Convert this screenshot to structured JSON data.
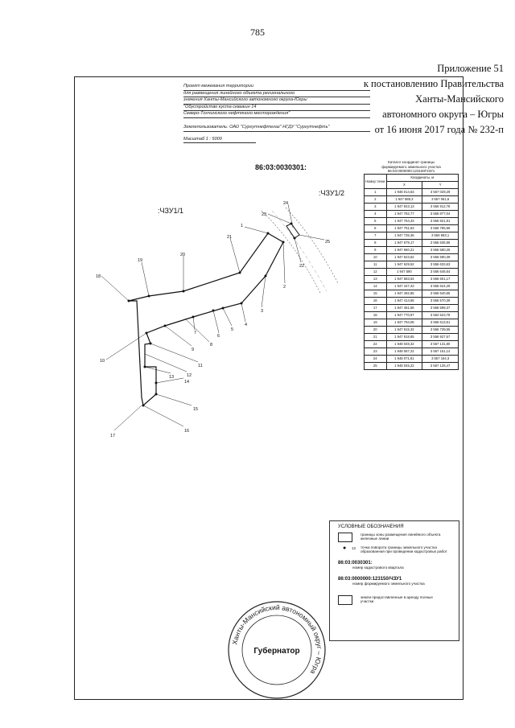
{
  "page_number": "785",
  "appendix": {
    "lines": [
      "Приложение 51",
      "к постановлению Правительства",
      "Ханты-Мансийского",
      "автономного округа – Югры",
      "от 16 июня 2017 года № 232-п"
    ]
  },
  "title_block": {
    "lines": [
      "Проект межевания территории",
      "для размещения линейного объекта регионального",
      "значения Ханты-Мансийского автономного округа-Югры",
      "\"Обустройство куста скважин 14",
      "Северо-Тончинского нефтяного месторождения\""
    ],
    "developer": "Землепользователь: ОАО \"Сургутнефтегаз\" НГДУ \"Сургутнефть\"",
    "scale": "Масштаб 1 : 5000"
  },
  "plan": {
    "cadastral_quarter": "86:03:0030301:",
    "zone_labels": [
      ":ЧЗУ1/1",
      ":ЧЗУ1/2"
    ],
    "point_labels": [
      "1",
      "2",
      "3",
      "4",
      "5",
      "6",
      "7",
      "8",
      "9",
      "10",
      "11",
      "12",
      "13",
      "14",
      "15",
      "16",
      "17",
      "18",
      "19",
      "20",
      "21",
      "22",
      "23",
      "24",
      "25"
    ]
  },
  "catalog": {
    "title": [
      "Каталог координат границы",
      "формируемого земельного участка",
      "86:03:0000000:123150/ЧЗУ1"
    ],
    "headers": {
      "point": "Номер точки",
      "coords": "Координаты, м",
      "x": "X",
      "y": "Y"
    },
    "rows": [
      [
        "1",
        "1 948 014,63",
        "3 557 029,29"
      ],
      [
        "2",
        "1 947 588,3",
        "3 557 061,6"
      ],
      [
        "3",
        "1 947 843,13",
        "3 556 912,78"
      ],
      [
        "4",
        "1 947 782,77",
        "3 556 877,04"
      ],
      [
        "5",
        "1 947 764,43",
        "3 556 821,91"
      ],
      [
        "6",
        "1 947 751,63",
        "3 556 785,96"
      ],
      [
        "7",
        "1 947 735,36",
        "3 556 693,1"
      ],
      [
        "8",
        "1 947 679,17",
        "3 556 635,96"
      ],
      [
        "9",
        "1 947 660,21",
        "3 556 580,25"
      ],
      [
        "10",
        "1 947 623,62",
        "3 556 590,39"
      ],
      [
        "11",
        "1 947 629,52",
        "3 556 633,63"
      ],
      [
        "12",
        "1 947 590",
        "3 556 646,64"
      ],
      [
        "13",
        "1 947 583,54",
        "3 556 601,17"
      ],
      [
        "14",
        "1 947 447,43",
        "3 556 624,29"
      ],
      [
        "15",
        "1 947 492,85",
        "3 556 640,65"
      ],
      [
        "16",
        "1 947 414,65",
        "3 556 570,39"
      ],
      [
        "17",
        "1 947 461,56",
        "3 556 598,37"
      ],
      [
        "18",
        "1 947 770,97",
        "3 554 523,78"
      ],
      [
        "19",
        "1 947 794,06",
        "3 556 613,51"
      ],
      [
        "20",
        "1 947 815,32",
        "3 556 739,55"
      ],
      [
        "21",
        "1 947 918,65",
        "3 556 927,57"
      ],
      [
        "22",
        "1 948 048,32",
        "3 557 131,80"
      ],
      [
        "23",
        "1 948 067,22",
        "3 557 151,14"
      ],
      [
        "24",
        "1 948 071,61",
        "3 557 164,3"
      ],
      [
        "25",
        "1 948 045,22",
        "3 557 126,47"
      ]
    ]
  },
  "legend": {
    "title": "УСЛОВНЫЕ ОБОЗНАЧЕНИЯ",
    "items": [
      "границы зоны размещения линейного объекта железные линии",
      "12",
      "точка поворота границы земельного участка образованная при проведении кадастровых работ",
      "86:03:0030301:",
      "номер кадастрового квартала",
      "86:03:0000000:123150/ЧЗУ1",
      "номер формируемого земельного участка",
      "земли предоставленные в аренду полные участки"
    ]
  },
  "seal": {
    "ring_text": "Ханты-Мансийский автономный округ – Югра",
    "center": "Губернатор"
  }
}
